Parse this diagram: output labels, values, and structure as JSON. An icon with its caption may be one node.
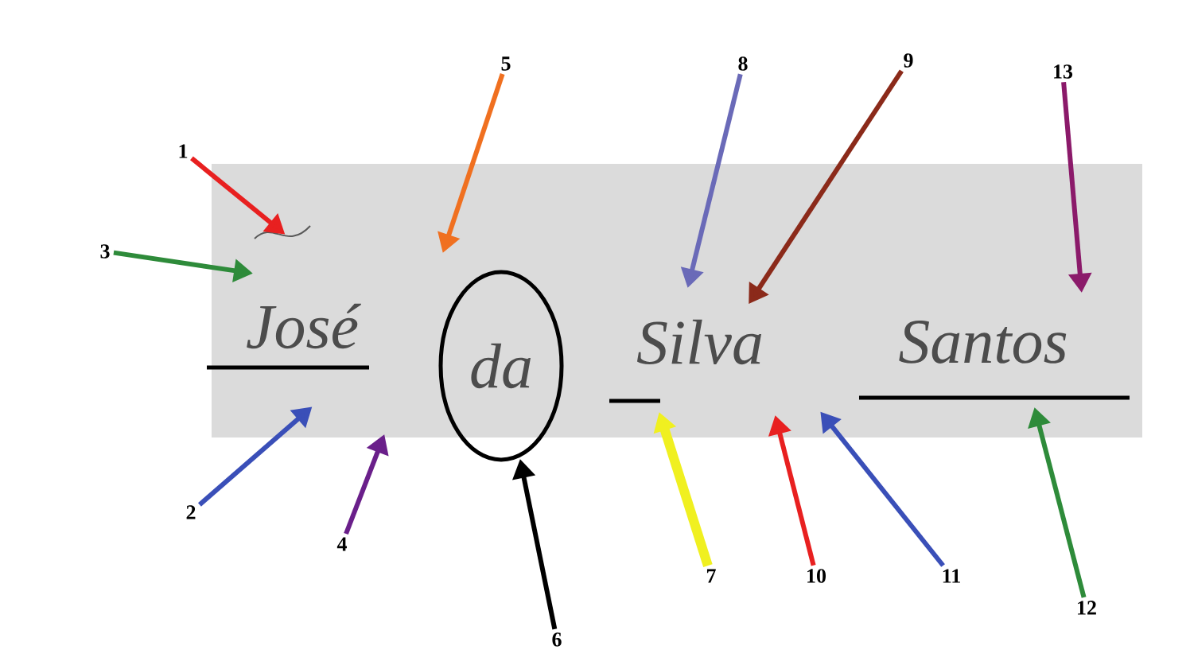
{
  "diagram": {
    "nodes": [
      {
        "text": [
          "1"
        ]
      },
      {
        "text": [
          "2"
        ]
      },
      {
        "text": [
          "3"
        ]
      },
      {
        "text": [
          "4"
        ]
      },
      {
        "text": [
          "5"
        ]
      },
      {
        "text": [
          "6"
        ]
      },
      {
        "text": [
          "7"
        ]
      },
      {
        "text": [
          "8"
        ]
      },
      {
        "text": [
          "9"
        ]
      },
      {
        "text": [
          "10"
        ]
      },
      {
        "text": [
          "11"
        ]
      },
      {
        "text": [
          "12"
        ]
      },
      {
        "text": [
          "13"
        ]
      },
      {
        "text": [
          "da"
        ]
      }
    ],
    "edges": [
      {
        "from": 0,
        "to": null,
        "arrow": "to",
        "color": "#e82020"
      },
      {
        "from": 1,
        "to": null,
        "arrow": "to",
        "color": "#3a4fb8"
      },
      {
        "from": 2,
        "to": null,
        "arrow": "to",
        "color": "#2e8b3a"
      },
      {
        "from": 3,
        "to": null,
        "arrow": "to",
        "color": "#6a1f8a"
      },
      {
        "from": 4,
        "to": null,
        "arrow": "to",
        "color": "#f07020"
      },
      {
        "from": 5,
        "to": 13,
        "arrow": "to",
        "color": "#000000"
      },
      {
        "from": 6,
        "to": null,
        "arrow": "to",
        "color": "#f0f020",
        "style": "thick"
      },
      {
        "from": 7,
        "to": null,
        "arrow": "to",
        "color": "#6a6ab8"
      },
      {
        "from": 8,
        "to": null,
        "arrow": "to",
        "color": "#8b2a1a"
      },
      {
        "from": 9,
        "to": null,
        "arrow": "to",
        "color": "#e82020"
      },
      {
        "from": 10,
        "to": null,
        "arrow": "to",
        "color": "#3a4fb8"
      },
      {
        "from": 11,
        "to": null,
        "arrow": "to",
        "color": "#2e8b3a"
      },
      {
        "from": 12,
        "to": null,
        "arrow": "to",
        "color": "#8b1a6a"
      }
    ],
    "labels": [
      "José",
      "Silva",
      "Santos"
    ]
  }
}
